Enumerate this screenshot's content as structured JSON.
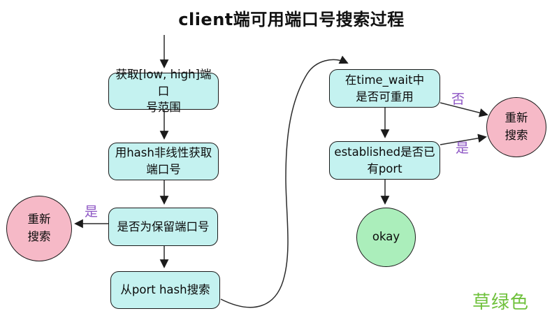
{
  "title": "client端可用端口号搜索过程",
  "nodes": {
    "get_range": "获取[low, high]端口\n号范围",
    "hash_nonlinear": "用hash非线性获取\n端口号",
    "reserved_check": "是否为保留端口号",
    "port_hash_search": "从port hash搜索",
    "timewait_reuse": "在time_wait中\n是否可重用",
    "established_check": "established是否已\n有port"
  },
  "terminals": {
    "retry_left": "重新\n搜索",
    "retry_right": "重新\n搜索",
    "okay": "okay"
  },
  "edge_labels": {
    "reserved_yes": "是",
    "timewait_no": "否",
    "established_yes": "是"
  },
  "watermark": "草绿色",
  "colors": {
    "process_fill": "#c4f2f0",
    "retry_fill": "#f6b9c7",
    "okay_fill": "#abeebb",
    "edge_label": "#8d55c4",
    "watermark_green": "#6fc13c",
    "line": "#2b2b2b"
  }
}
